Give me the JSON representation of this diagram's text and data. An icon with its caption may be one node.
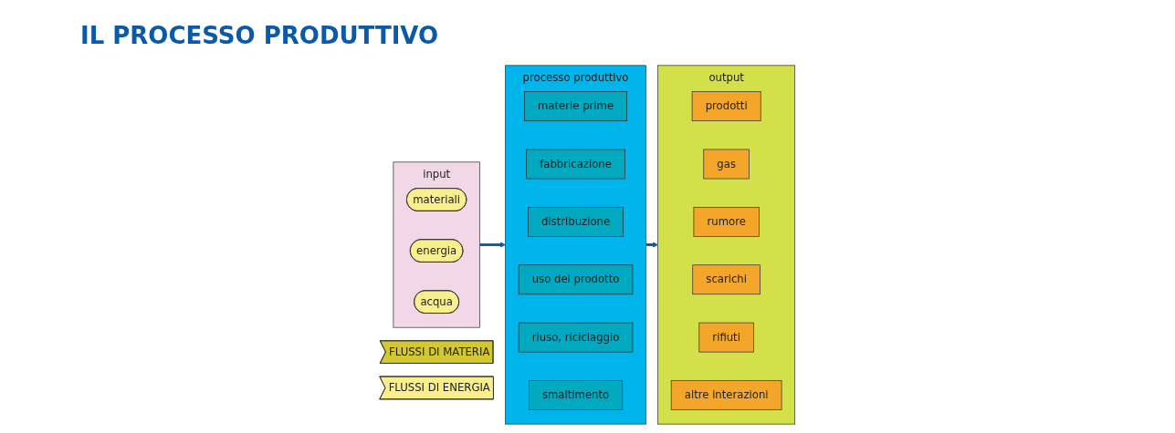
{
  "diagram": {
    "title": "IL PROCESSO PRODUTTIVO",
    "nodes": [
      {
        "text": [
          "input"
        ]
      },
      {
        "text": [
          "materiali"
        ],
        "in": 0
      },
      {
        "text": [
          "energia"
        ],
        "in": 0
      },
      {
        "text": [
          "acqua"
        ],
        "in": 0
      },
      {
        "text": [
          "processo produttivo"
        ]
      },
      {
        "text": [
          "materie prime"
        ],
        "in": 4
      },
      {
        "text": [
          "fabbricazione"
        ],
        "in": 4
      },
      {
        "text": [
          "distribuzione"
        ],
        "in": 4
      },
      {
        "text": [
          "uso del prodotto"
        ],
        "in": 4
      },
      {
        "text": [
          "riuso, riciclaggio"
        ],
        "in": 4
      },
      {
        "text": [
          "smaltimento"
        ],
        "in": 4
      },
      {
        "text": [
          "output"
        ]
      },
      {
        "text": [
          "prodotti"
        ],
        "in": 11
      },
      {
        "text": [
          "gas"
        ],
        "in": 11
      },
      {
        "text": [
          "rumore"
        ],
        "in": 11
      },
      {
        "text": [
          "scarichi"
        ],
        "in": 11
      },
      {
        "text": [
          "rifiuti"
        ],
        "in": 11
      },
      {
        "text": [
          "altre interazioni"
        ],
        "in": 11
      },
      {
        "text": [
          "FLUSSI DI MATERIA"
        ]
      },
      {
        "text": [
          "FLUSSI DI ENERGIA"
        ]
      }
    ],
    "edges": [
      {
        "from": 0,
        "to": 4,
        "arrow": "to"
      },
      {
        "from": 4,
        "to": 11,
        "arrow": "to"
      }
    ]
  }
}
